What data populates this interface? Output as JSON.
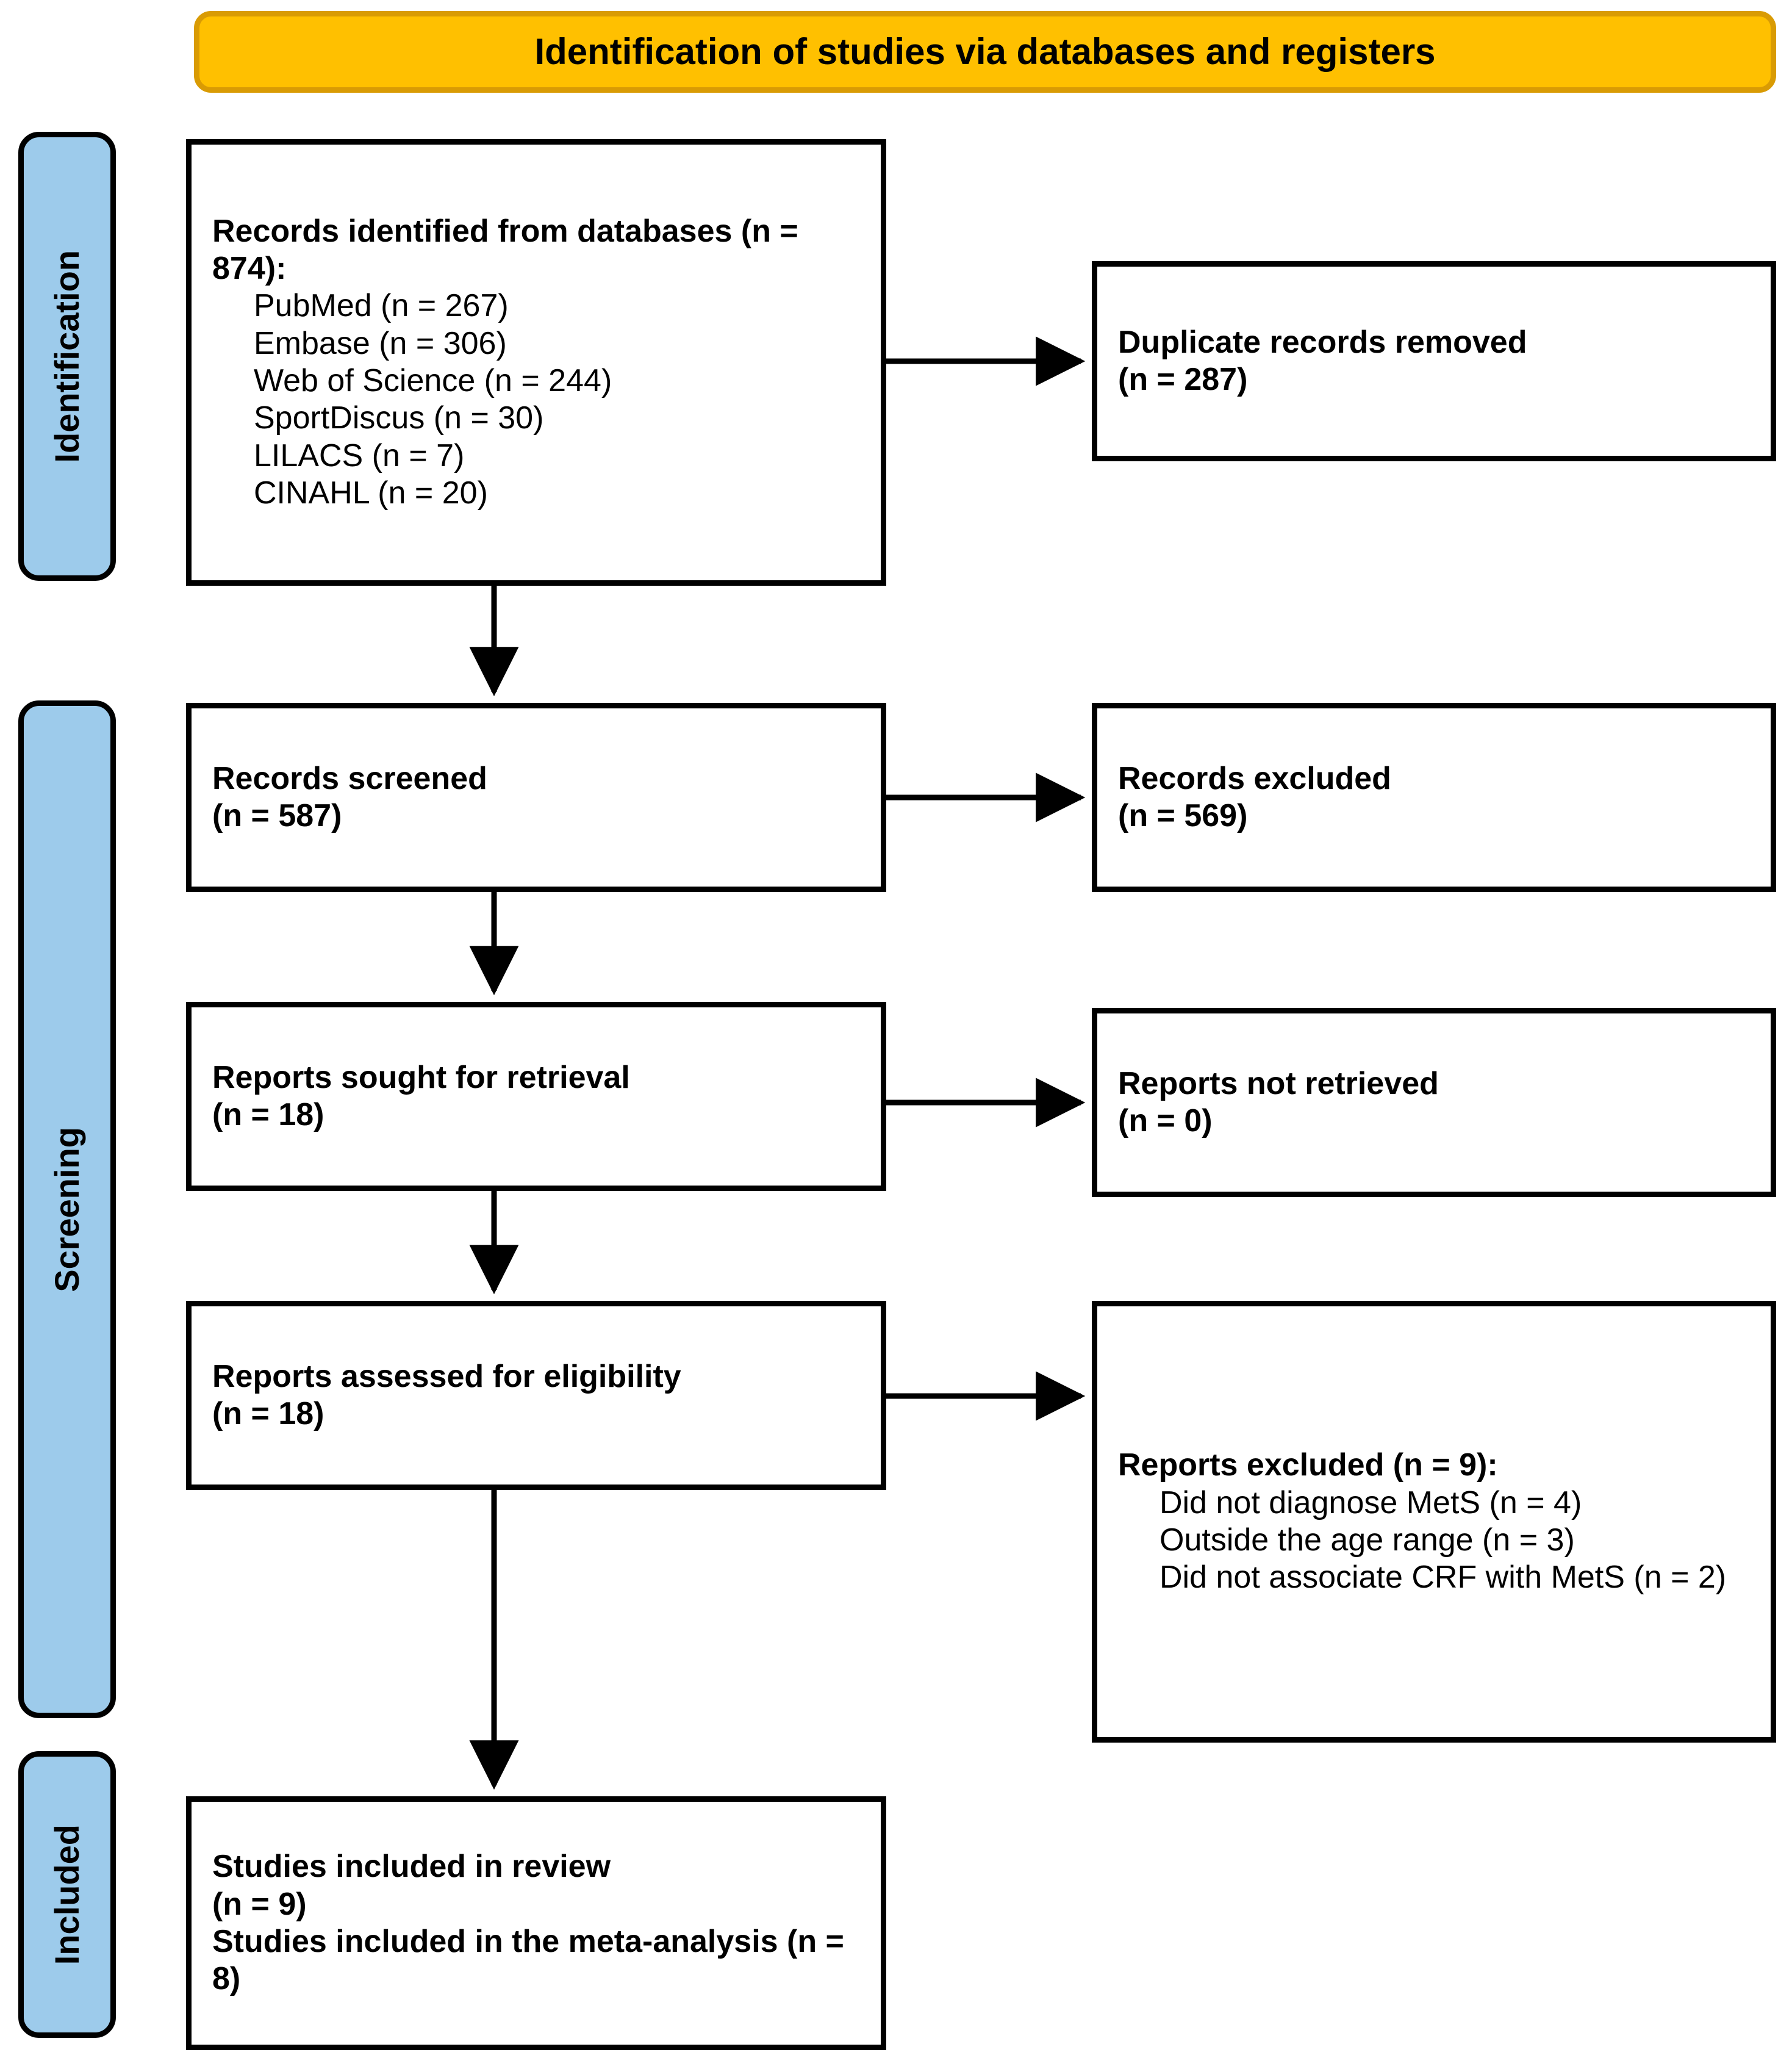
{
  "header": {
    "title": "Identification of studies via databases and registers",
    "background_color": "#FFC000",
    "border_color": "#D99B04"
  },
  "stages": {
    "identification": "Identification",
    "screening": "Screening",
    "included": "Included",
    "background_color": "#9DCBEB"
  },
  "boxes": {
    "identified": {
      "heading": "Records identified from databases (n = 874):",
      "sources": [
        "PubMed (n = 267)",
        "Embase (n = 306)",
        "Web of Science (n = 244)",
        "SportDiscus (n = 30)",
        "LILACS (n = 7)",
        "CINAHL (n = 20)"
      ]
    },
    "duplicates": {
      "line1": "Duplicate records removed",
      "line2": "(n = 287)"
    },
    "screened": {
      "line1": "Records screened",
      "line2": "(n = 587)"
    },
    "records_excluded": {
      "line1": "Records excluded",
      "line2": "(n = 569)"
    },
    "sought": {
      "line1": "Reports sought for retrieval",
      "line2": "(n = 18)"
    },
    "not_retrieved": {
      "line1": "Reports not retrieved",
      "line2": "(n = 0)"
    },
    "assessed": {
      "line1": "Reports assessed for eligibility",
      "line2": "(n = 18)"
    },
    "reports_excluded": {
      "heading": "Reports excluded (n = 9):",
      "reasons": [
        "Did not diagnose MetS (n = 4)",
        "Outside the age range (n = 3)",
        "Did not associate CRF with MetS (n = 2)"
      ]
    },
    "included_final": {
      "line1": "Studies included in review",
      "line2": "(n = 9)",
      "line3": "Studies included in the meta-analysis (n = 8)"
    }
  },
  "chart_data": {
    "type": "diagram",
    "title": "Identification of studies via databases and registers",
    "nodes": [
      {
        "id": "identified",
        "stage": "Identification",
        "label": "Records identified from databases",
        "n": 874,
        "breakdown": [
          {
            "source": "PubMed",
            "n": 267
          },
          {
            "source": "Embase",
            "n": 306
          },
          {
            "source": "Web of Science",
            "n": 244
          },
          {
            "source": "SportDiscus",
            "n": 30
          },
          {
            "source": "LILACS",
            "n": 7
          },
          {
            "source": "CINAHL",
            "n": 20
          }
        ]
      },
      {
        "id": "duplicates",
        "stage": "Identification",
        "label": "Duplicate records removed",
        "n": 287
      },
      {
        "id": "screened",
        "stage": "Screening",
        "label": "Records screened",
        "n": 587
      },
      {
        "id": "records_excluded",
        "stage": "Screening",
        "label": "Records excluded",
        "n": 569
      },
      {
        "id": "sought",
        "stage": "Screening",
        "label": "Reports sought for retrieval",
        "n": 18
      },
      {
        "id": "not_retrieved",
        "stage": "Screening",
        "label": "Reports not retrieved",
        "n": 0
      },
      {
        "id": "assessed",
        "stage": "Screening",
        "label": "Reports assessed for eligibility",
        "n": 18
      },
      {
        "id": "reports_excluded",
        "stage": "Screening",
        "label": "Reports excluded",
        "n": 9,
        "breakdown": [
          {
            "reason": "Did not diagnose MetS",
            "n": 4
          },
          {
            "reason": "Outside the age range",
            "n": 3
          },
          {
            "reason": "Did not associate CRF with MetS",
            "n": 2
          }
        ]
      },
      {
        "id": "included_review",
        "stage": "Included",
        "label": "Studies included in review",
        "n": 9
      },
      {
        "id": "included_meta",
        "stage": "Included",
        "label": "Studies included in the meta-analysis",
        "n": 8
      }
    ],
    "edges": [
      {
        "from": "identified",
        "to": "duplicates",
        "direction": "right"
      },
      {
        "from": "identified",
        "to": "screened",
        "direction": "down"
      },
      {
        "from": "screened",
        "to": "records_excluded",
        "direction": "right"
      },
      {
        "from": "screened",
        "to": "sought",
        "direction": "down"
      },
      {
        "from": "sought",
        "to": "not_retrieved",
        "direction": "right"
      },
      {
        "from": "sought",
        "to": "assessed",
        "direction": "down"
      },
      {
        "from": "assessed",
        "to": "reports_excluded",
        "direction": "right"
      },
      {
        "from": "assessed",
        "to": "included_review",
        "direction": "down"
      }
    ]
  }
}
